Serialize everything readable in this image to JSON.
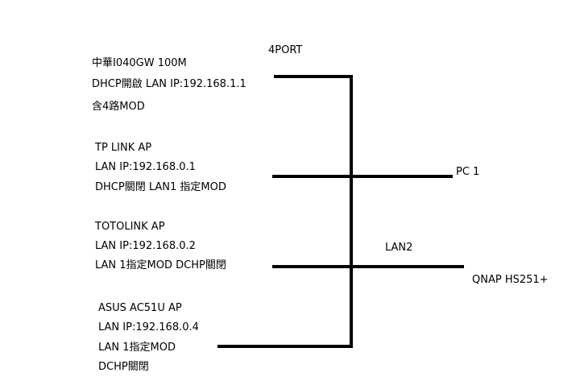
{
  "diagram": {
    "switch_label": "4PORT",
    "devices": {
      "cht_modem": {
        "lines": [
          "中華I040GW 100M",
          "DHCP開啟 LAN IP:192.168.1.1",
          "含4路MOD"
        ]
      },
      "tplink_ap": {
        "lines": [
          "TP LINK AP",
          "LAN IP:192.168.0.1",
          "DHCP關閉   LAN1 指定MOD"
        ]
      },
      "totolink_ap": {
        "lines": [
          "TOTOLINK AP",
          "LAN IP:192.168.0.2",
          "LAN 1指定MOD   DCHP關閉"
        ]
      },
      "asus_ap": {
        "lines": [
          "ASUS AC51U AP",
          "LAN IP:192.168.0.4",
          "LAN 1指定MOD",
          "DCHP關閉"
        ]
      }
    },
    "endpoints": {
      "pc": "PC 1",
      "lan2": "LAN2",
      "nas": "QNAP HS251+"
    },
    "colors": {
      "line": "#000000",
      "text": "#000000",
      "background": "#ffffff"
    }
  }
}
